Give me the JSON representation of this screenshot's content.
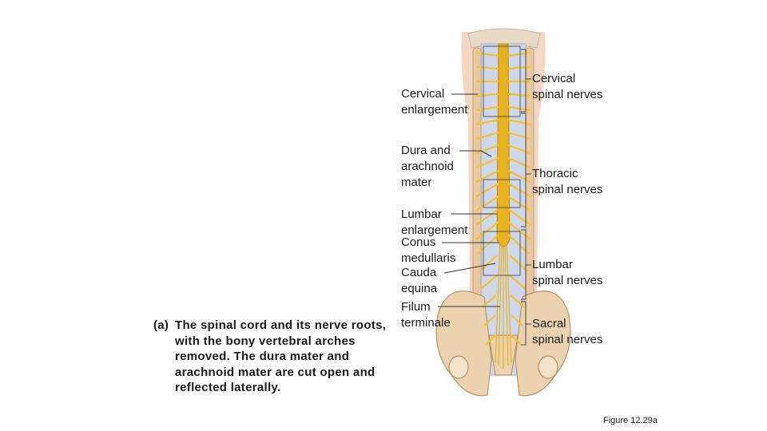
{
  "labels_left": {
    "cervical_enlargement": "Cervical\nenlargement",
    "dura_arachnoid": "Dura and\narachnoid\nmater",
    "lumbar_enlargement": "Lumbar\nenlargement",
    "conus_medullaris": "Conus\nmedullaris",
    "cauda_equina": "Cauda\nequina",
    "filum_terminale": "Filum\nterminale"
  },
  "labels_right": {
    "cervical_nerves": "Cervical\nspinal nerves",
    "thoracic_nerves": "Thoracic\nspinal nerves",
    "lumbar_nerves": "Lumbar\nspinal nerves",
    "sacral_nerves": "Sacral\nspinal nerves"
  },
  "caption": {
    "tag": "(a)",
    "text": "The spinal cord and its nerve roots, with the bony vertebral arches removed. The dura mater and arachnoid mater are cut open and reflected laterally."
  },
  "figure_number": "Figure 12.29a",
  "colors": {
    "skin": "#f3d7c4",
    "bone": "#e8c9a2",
    "nerve": "#f1c232",
    "cord": "#e6b220",
    "dura": "#cfd8ea",
    "leader": "#333333"
  }
}
